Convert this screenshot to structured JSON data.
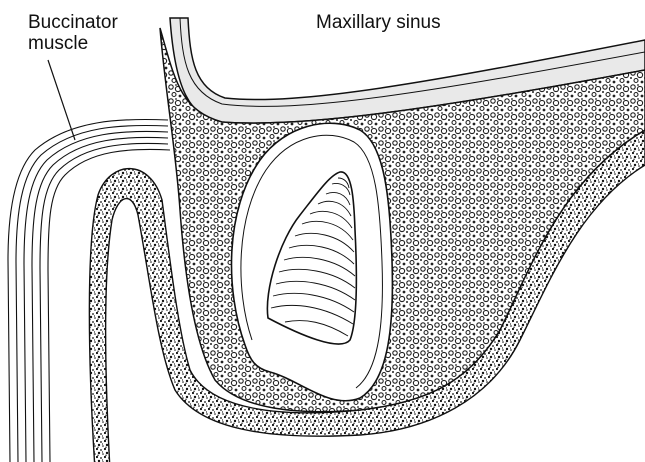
{
  "labels": {
    "buccinator_line1": "Buccinator",
    "buccinator_line2": "muscle",
    "maxillary_sinus": "Maxillary sinus"
  },
  "colors": {
    "ink": "#111111",
    "background": "#ffffff"
  }
}
